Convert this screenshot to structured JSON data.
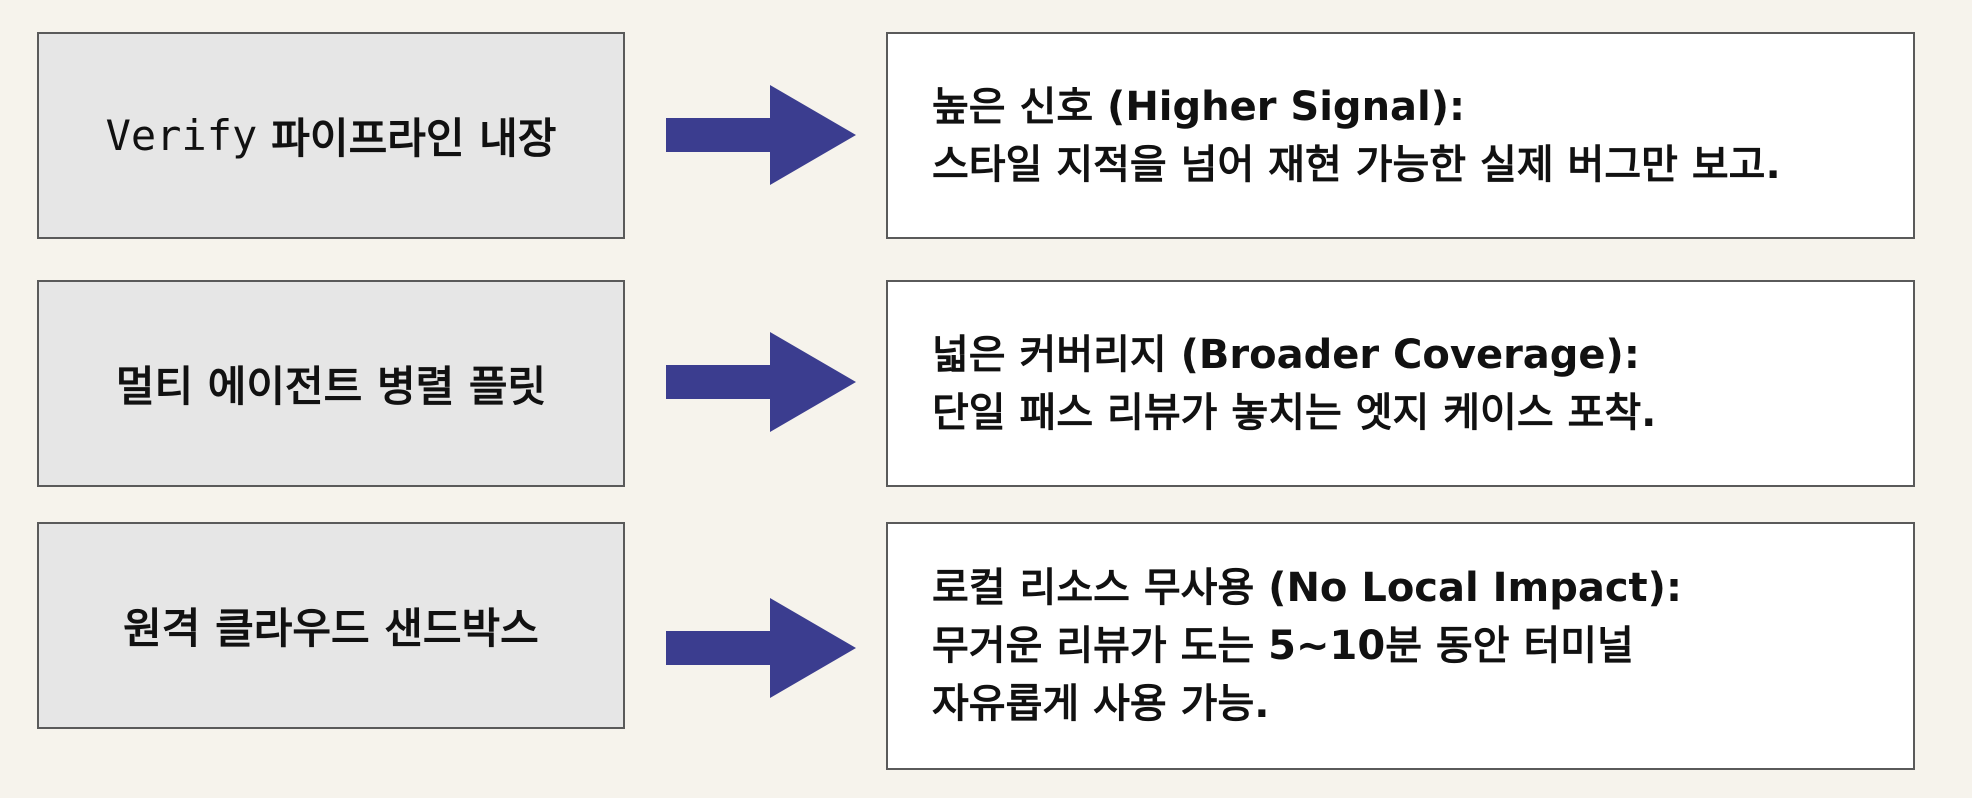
{
  "colors": {
    "background": "#f6f3ec",
    "left_box_fill": "#e6e6e6",
    "right_box_fill": "#ffffff",
    "border": "#5a5a5a",
    "arrow": "#3b3d8f"
  },
  "rows": [
    {
      "left": {
        "code": "Verify",
        "text": "파이프라인 내장"
      },
      "right": {
        "line1": "높은 신호 (Higher Signal):",
        "line2": "스타일 지적을 넘어 재현 가능한 실제 버그만 보고."
      }
    },
    {
      "left": {
        "text": "멀티 에이전트 병렬 플릿"
      },
      "right": {
        "line1": "넓은 커버리지 (Broader Coverage):",
        "line2": "단일 패스 리뷰가 놓치는 엣지 케이스 포착."
      }
    },
    {
      "left": {
        "text": "원격 클라우드 샌드박스"
      },
      "right": {
        "line1": "로컬 리소스 무사용 (No Local Impact):",
        "line2": "무거운 리뷰가 도는 5~10분 동안 터미널",
        "line3": "자유롭게 사용 가능."
      }
    }
  ]
}
